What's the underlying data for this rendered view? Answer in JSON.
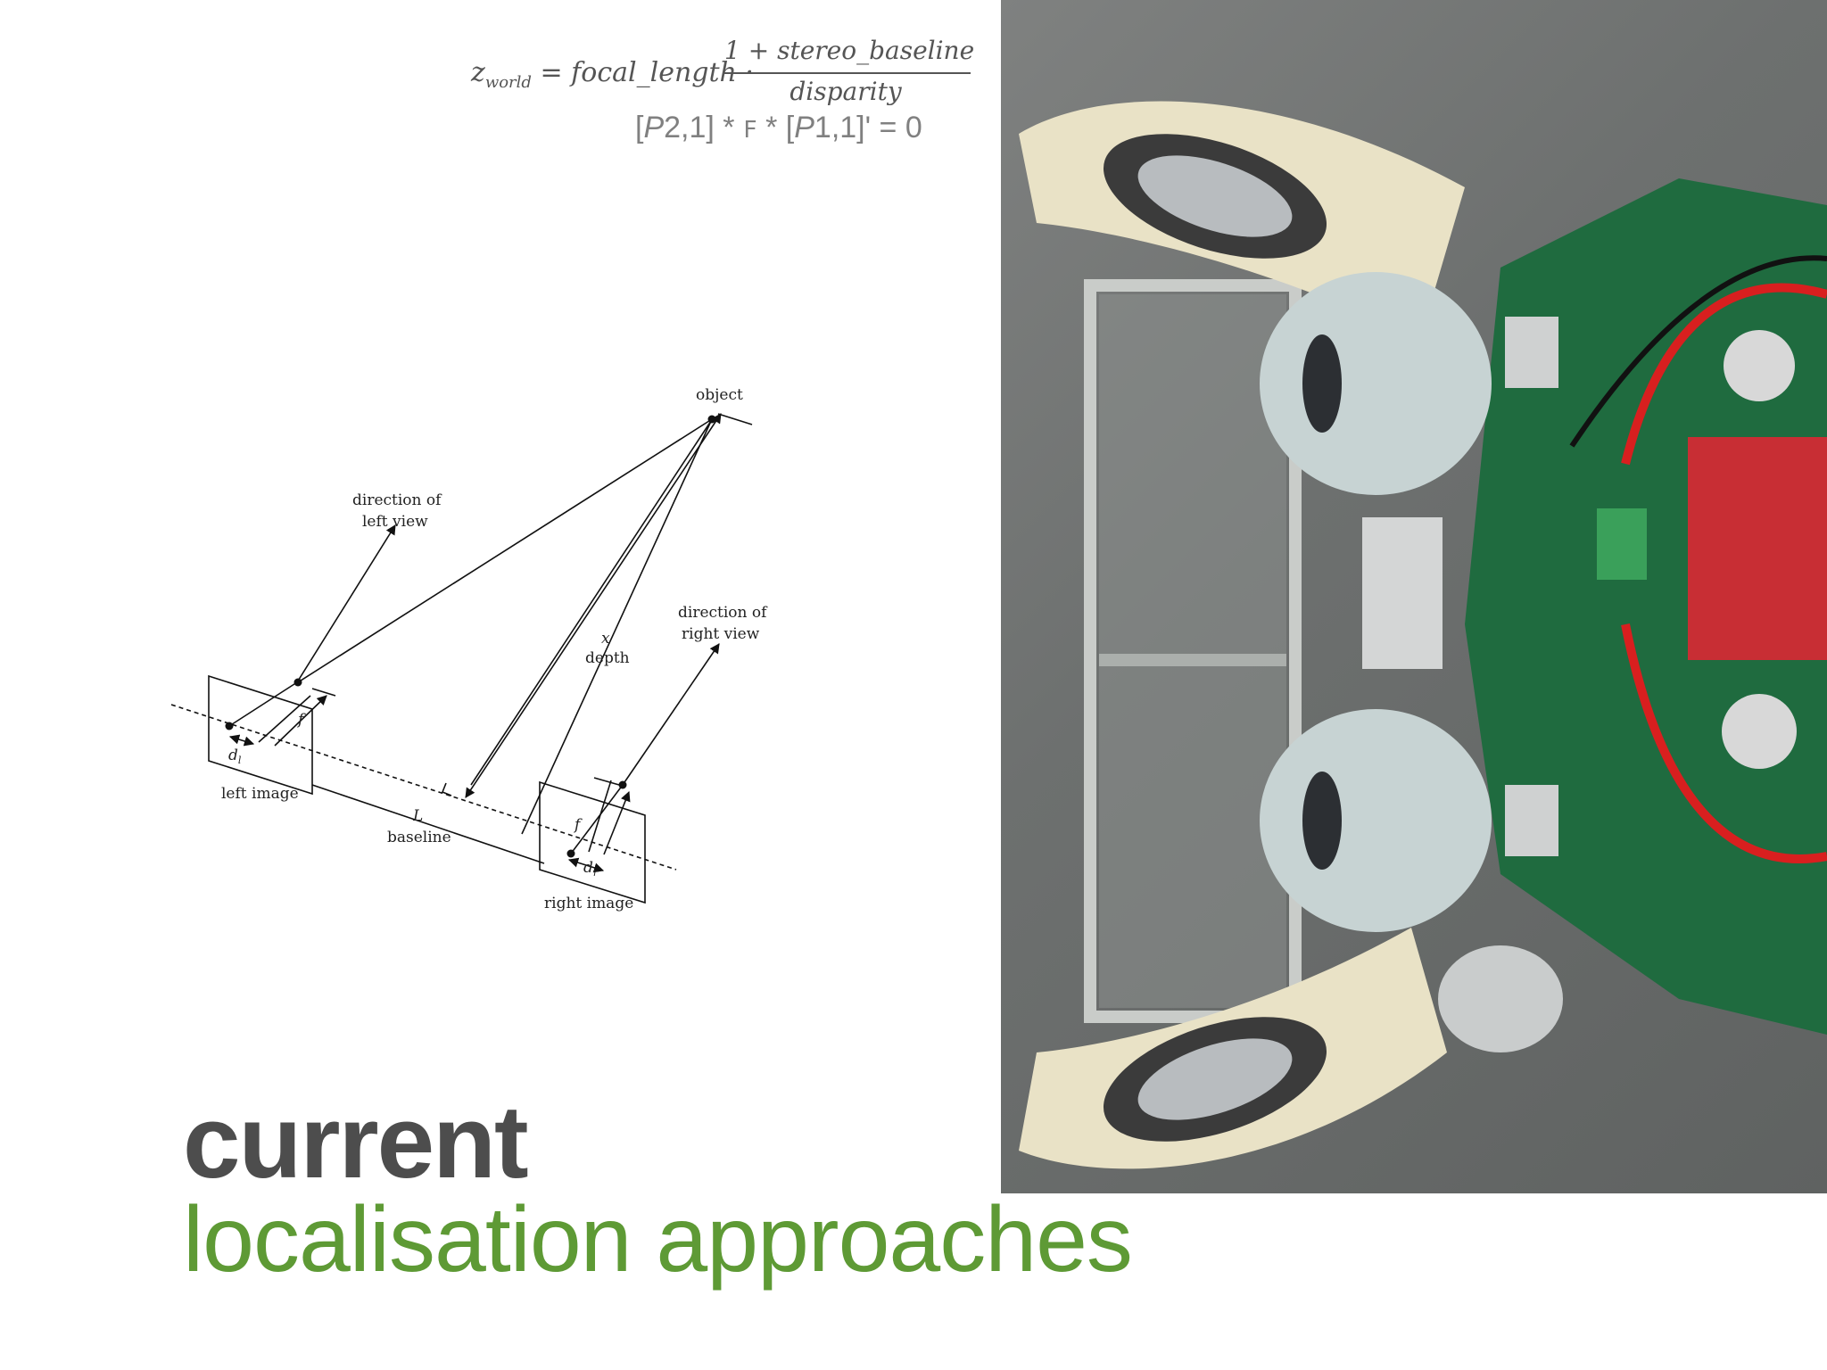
{
  "formula": {
    "lhs_var": "z",
    "lhs_sub": "world",
    "lhs_rest": "= focal_length ·",
    "numerator": "1 + stereo_baseline",
    "denominator": "disparity"
  },
  "equation": {
    "open": "[",
    "p2": "P",
    "p2_rest": "2,1] * ",
    "f": "F",
    "mid": " * [",
    "p1": "P",
    "p1_rest": "1,1]' = 0"
  },
  "diagram": {
    "object": "object",
    "dir_left_1": "direction of",
    "dir_left_2": "left view",
    "dir_right_1": "direction of",
    "dir_right_2": "right view",
    "x": "x",
    "depth": "depth",
    "f_left": "f",
    "f_right": "f",
    "dl": "d",
    "dl_sub": "l",
    "dr": "d",
    "dr_sub": "r",
    "left_image": "left image",
    "right_image": "right image",
    "L": "L",
    "baseline": "baseline"
  },
  "title": {
    "line1": "current",
    "line2": "localisation approaches"
  },
  "colors": {
    "title_dark": "#4d4d4d",
    "title_green": "#5e9a35",
    "formula_gray": "#808080"
  }
}
